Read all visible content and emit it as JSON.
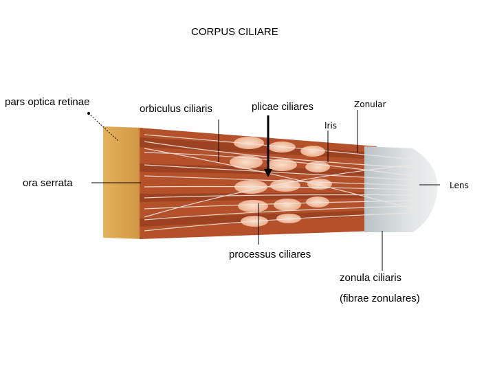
{
  "title": "CORPUS CILIARE",
  "labels": {
    "pars_optica_retinae": "pars optica retinae",
    "orbiculus_ciliaris": "orbiculus ciliaris",
    "plicae_ciliares": "plicae ciliares",
    "zonular": "Zonular",
    "iris": "Iris",
    "ora_serrata": "ora serrata",
    "lens": "Lens",
    "processus_ciliares": "processus ciliares",
    "zonula_ciliaris": "zonula ciliaris",
    "fibrae_zonulares": "(fibrae zonulares)"
  },
  "colors": {
    "retina": "#d9a24a",
    "muscle": "#b8532a",
    "muscle_dark": "#8f3a1c",
    "process": "#f0c0a0",
    "lens": "#cfd6d8",
    "fibers": "#e8e4e0",
    "background": "#ffffff"
  }
}
